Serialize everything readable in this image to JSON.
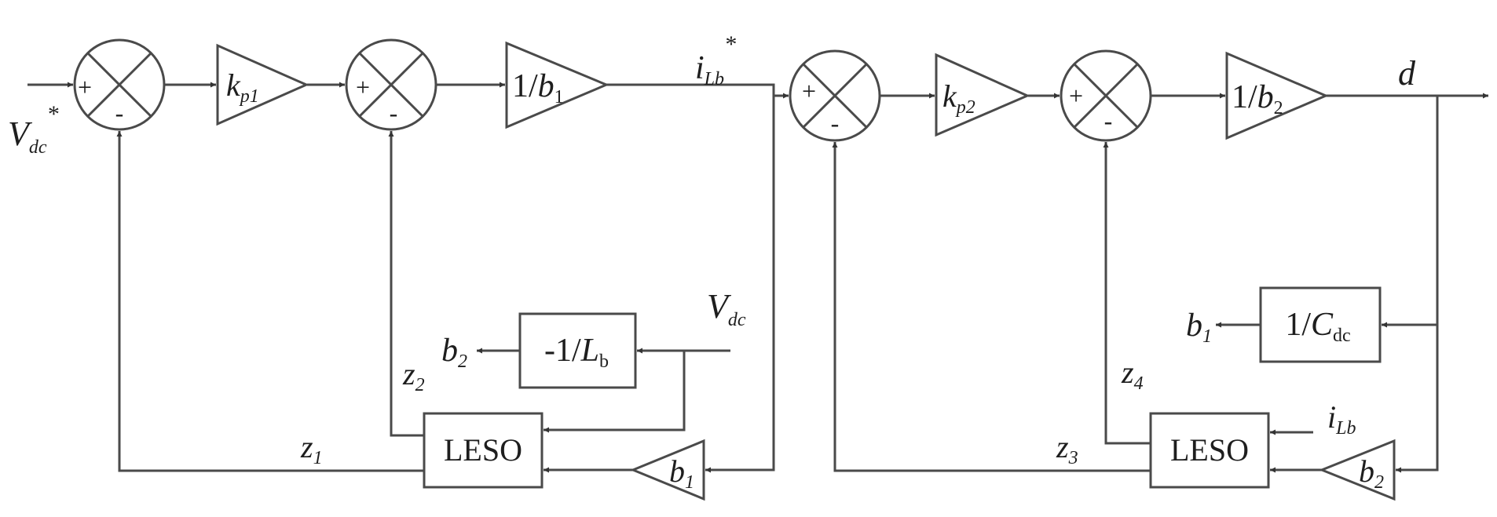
{
  "colors": {
    "line": "#4a4a4a",
    "arrow": "#333333",
    "text": "#1e1e1e",
    "background": "#ffffff"
  },
  "summers": [
    {
      "id": "summer-1",
      "plus": "+",
      "minus": "-"
    },
    {
      "id": "summer-2",
      "plus": "+",
      "minus": "-"
    },
    {
      "id": "summer-3",
      "plus": "+",
      "minus": "-"
    },
    {
      "id": "summer-4",
      "plus": "+",
      "minus": "-"
    }
  ],
  "gains": {
    "kp1": {
      "base": "k",
      "sub": "p1"
    },
    "inv_b1": {
      "num": "1/",
      "base": "b",
      "sub": "1"
    },
    "kp2": {
      "base": "k",
      "sub": "p2"
    },
    "inv_b2": {
      "num": "1/",
      "base": "b",
      "sub": "2"
    },
    "fb_b1": {
      "base": "b",
      "sub": "1"
    },
    "fb_b2": {
      "base": "b",
      "sub": "2"
    }
  },
  "blocks": {
    "inv_lb": {
      "prefix": "-1/",
      "base": "L",
      "sub": "b"
    },
    "inv_cdc": {
      "prefix": "1/",
      "base": "C",
      "sub": "dc"
    },
    "leso_left": "LESO",
    "leso_right": "LESO"
  },
  "signals": {
    "vdc_ref": {
      "base": "V",
      "sub": "dc",
      "sup": "*"
    },
    "ilb_ref": {
      "base": "i",
      "sub": "Lb",
      "sup": "*"
    },
    "d": "d",
    "vdc": {
      "base": "V",
      "sub": "dc"
    },
    "b2_out": {
      "base": "b",
      "sub": "2"
    },
    "b1_out": {
      "base": "b",
      "sub": "1"
    },
    "z1": {
      "base": "z",
      "sub": "1"
    },
    "z2": {
      "base": "z",
      "sub": "2"
    },
    "z3": {
      "base": "z",
      "sub": "3"
    },
    "z4": {
      "base": "z",
      "sub": "4"
    },
    "ilb": {
      "base": "i",
      "sub": "Lb"
    }
  }
}
